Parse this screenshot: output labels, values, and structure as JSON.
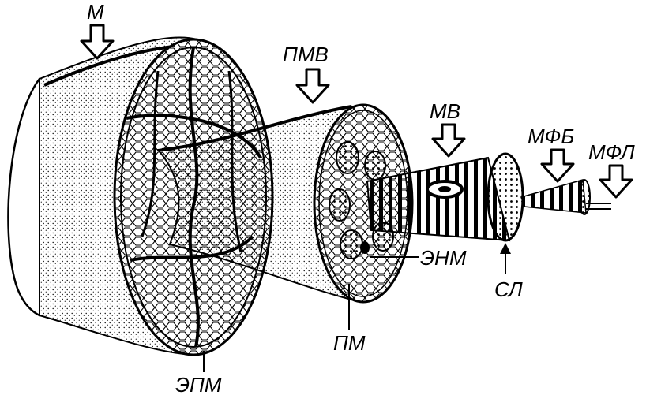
{
  "labels": {
    "m": "М",
    "pmv": "ПМВ",
    "mv": "МВ",
    "mfb": "МФБ",
    "mfl": "МФЛ",
    "enm": "ЭНМ",
    "sl": "СЛ",
    "pm": "ПМ",
    "epm": "ЭПМ"
  },
  "colors": {
    "ink": "#000000",
    "paper": "#ffffff"
  }
}
